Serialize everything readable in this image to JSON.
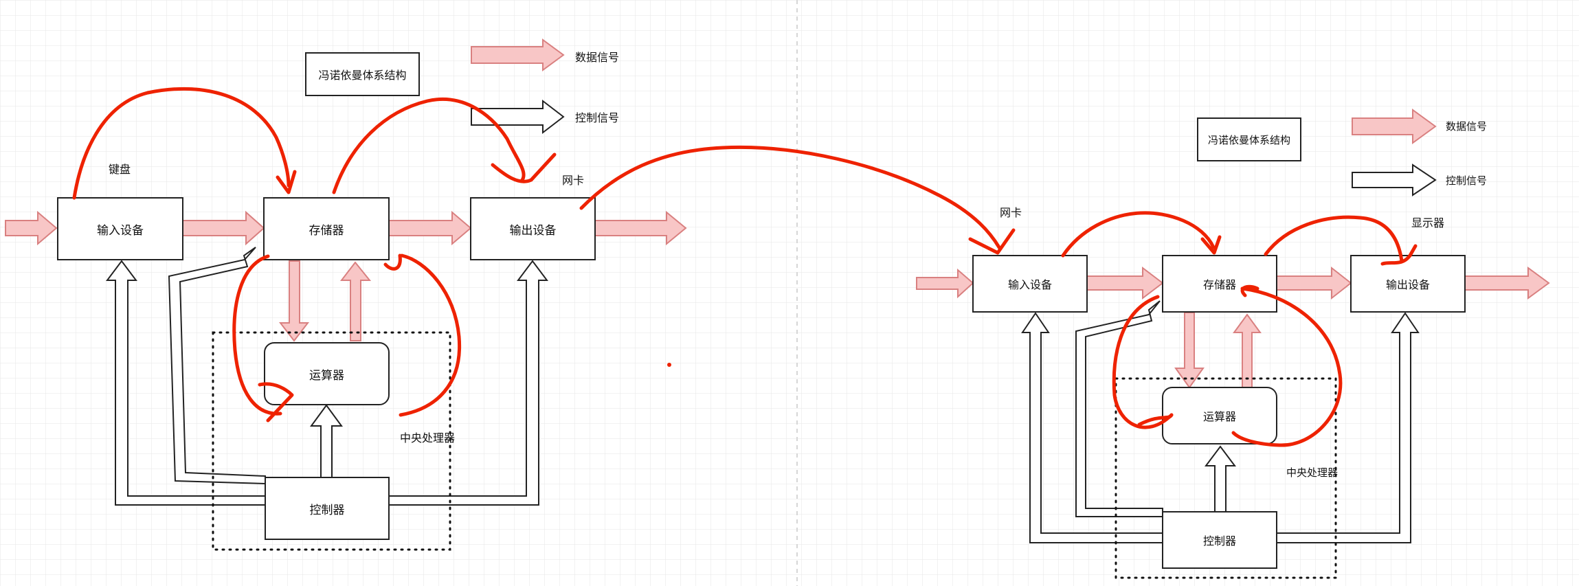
{
  "diagrams": [
    {
      "title": "冯诺依曼体系结构",
      "legend": {
        "data_signal": "数据信号",
        "control_signal": "控制信号"
      },
      "components": {
        "input": "输入设备",
        "memory": "存储器",
        "output": "输出设备",
        "alu": "运算器",
        "controller": "控制器",
        "cpu": "中央处理器"
      },
      "annotations": {
        "input_device": "键盘",
        "output_device": "网卡"
      }
    },
    {
      "title": "冯诺依曼体系结构",
      "legend": {
        "data_signal": "数据信号",
        "control_signal": "控制信号"
      },
      "components": {
        "input": "输入设备",
        "memory": "存储器",
        "output": "输出设备",
        "alu": "运算器",
        "controller": "控制器",
        "cpu": "中央处理器"
      },
      "annotations": {
        "input_device": "网卡",
        "output_device": "显示器"
      }
    }
  ],
  "colors": {
    "data_arrow_fill": "#f8c6c6",
    "data_arrow_stroke": "#d98080",
    "annotation_stroke": "#ee2200",
    "grid": "#e6e6e6",
    "box_stroke": "#222222"
  }
}
